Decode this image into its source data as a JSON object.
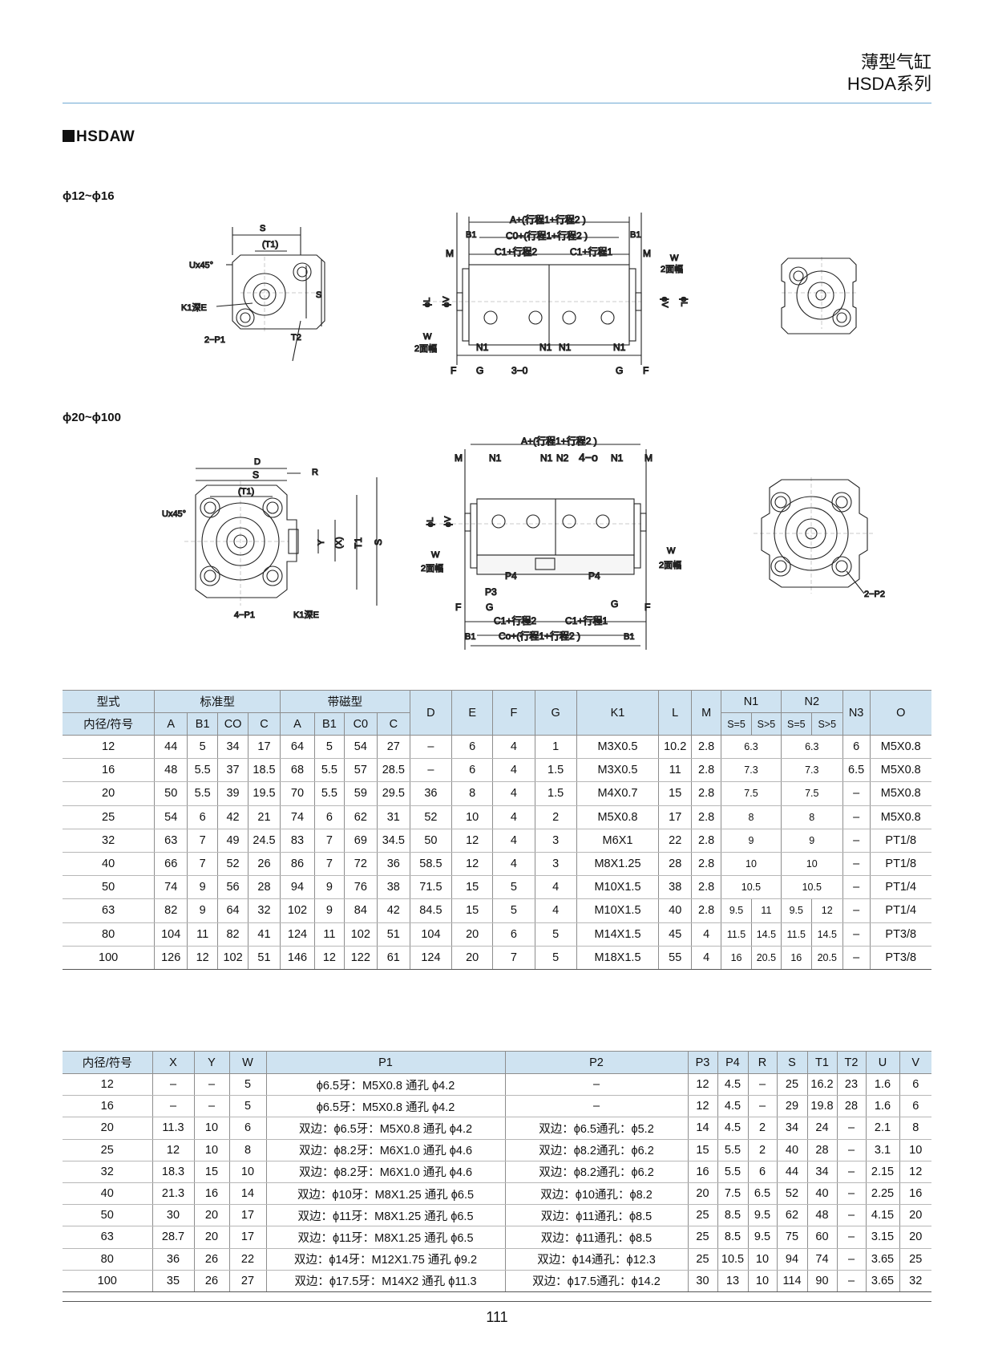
{
  "header": {
    "title_cn": "薄型气缸",
    "title_series": "HSDA系列"
  },
  "section_title": "HSDAW",
  "subsections": {
    "small": "ϕ12~ϕ16",
    "large": "ϕ20~ϕ100"
  },
  "drawing_labels": {
    "S": "S",
    "T1p": "(T1)",
    "U45": "Ux45°",
    "K1": "K1深E",
    "P1_2": "2−P1",
    "T2": "T2",
    "T1": "T1",
    "Xp": "(X)",
    "Y": "Y",
    "D": "D",
    "R": "R",
    "P1_4": "4−P1",
    "P2_2": "2−P2",
    "A": "A+(行程1+行程2 )",
    "C0": "C0+(行程1+行程2 )",
    "Co": "Co+(行程1+行程2 )",
    "C1s2": "C1+行程2",
    "C1s1": "C1+行程1",
    "B1": "B1",
    "M": "M",
    "W": "W",
    "W2": "2面幅",
    "L": "ϕL",
    "V": "ϕV",
    "N1": "N1",
    "N2": "N2",
    "F": "F",
    "G": "G",
    "O3": "3−0",
    "O4": "4−o",
    "P3": "P3",
    "P4": "P4"
  },
  "table1": {
    "head1": [
      "型式",
      "标准型",
      "带磁型",
      "D",
      "E",
      "F",
      "G",
      "K1",
      "L",
      "M",
      "N1",
      "N2",
      "N3",
      "O"
    ],
    "head2": [
      "内径/符号",
      "A",
      "B1",
      "CO",
      "C",
      "A",
      "B1",
      "C0",
      "C",
      "S=5",
      "S>5",
      "S=5",
      "S>5"
    ],
    "rows": [
      [
        "12",
        "44",
        "5",
        "34",
        "17",
        "64",
        "5",
        "54",
        "27",
        "–",
        "6",
        "4",
        "1",
        "M3X0.5",
        "10.2",
        "2.8",
        "6.3",
        "",
        "6.3",
        "",
        "6",
        "M5X0.8"
      ],
      [
        "16",
        "48",
        "5.5",
        "37",
        "18.5",
        "68",
        "5.5",
        "57",
        "28.5",
        "–",
        "6",
        "4",
        "1.5",
        "M3X0.5",
        "11",
        "2.8",
        "7.3",
        "",
        "7.3",
        "",
        "6.5",
        "M5X0.8"
      ],
      [
        "20",
        "50",
        "5.5",
        "39",
        "19.5",
        "70",
        "5.5",
        "59",
        "29.5",
        "36",
        "8",
        "4",
        "1.5",
        "M4X0.7",
        "15",
        "2.8",
        "7.5",
        "",
        "7.5",
        "",
        "–",
        "M5X0.8"
      ],
      [
        "25",
        "54",
        "6",
        "42",
        "21",
        "74",
        "6",
        "62",
        "31",
        "52",
        "10",
        "4",
        "2",
        "M5X0.8",
        "17",
        "2.8",
        "8",
        "",
        "8",
        "",
        "–",
        "M5X0.8"
      ],
      [
        "32",
        "63",
        "7",
        "49",
        "24.5",
        "83",
        "7",
        "69",
        "34.5",
        "50",
        "12",
        "4",
        "3",
        "M6X1",
        "22",
        "2.8",
        "9",
        "",
        "9",
        "",
        "–",
        "PT1/8"
      ],
      [
        "40",
        "66",
        "7",
        "52",
        "26",
        "86",
        "7",
        "72",
        "36",
        "58.5",
        "12",
        "4",
        "3",
        "M8X1.25",
        "28",
        "2.8",
        "10",
        "",
        "10",
        "",
        "–",
        "PT1/8"
      ],
      [
        "50",
        "74",
        "9",
        "56",
        "28",
        "94",
        "9",
        "76",
        "38",
        "71.5",
        "15",
        "5",
        "4",
        "M10X1.5",
        "38",
        "2.8",
        "10.5",
        "",
        "10.5",
        "",
        "–",
        "PT1/4"
      ],
      [
        "63",
        "82",
        "9",
        "64",
        "32",
        "102",
        "9",
        "84",
        "42",
        "84.5",
        "15",
        "5",
        "4",
        "M10X1.5",
        "40",
        "2.8",
        "9.5",
        "11",
        "9.5",
        "12",
        "–",
        "PT1/4"
      ],
      [
        "80",
        "104",
        "11",
        "82",
        "41",
        "124",
        "11",
        "102",
        "51",
        "104",
        "20",
        "6",
        "5",
        "M14X1.5",
        "45",
        "4",
        "11.5",
        "14.5",
        "11.5",
        "14.5",
        "–",
        "PT3/8"
      ],
      [
        "100",
        "126",
        "12",
        "102",
        "51",
        "146",
        "12",
        "122",
        "61",
        "124",
        "20",
        "7",
        "5",
        "M18X1.5",
        "55",
        "4",
        "16",
        "20.5",
        "16",
        "20.5",
        "–",
        "PT3/8"
      ]
    ]
  },
  "table2": {
    "head": [
      "内径/符号",
      "X",
      "Y",
      "W",
      "P1",
      "P2",
      "P3",
      "P4",
      "R",
      "S",
      "T1",
      "T2",
      "U",
      "V"
    ],
    "rows": [
      [
        "12",
        "–",
        "–",
        "5",
        "ϕ6.5牙：M5X0.8 通孔 ϕ4.2",
        "–",
        "12",
        "4.5",
        "–",
        "25",
        "16.2",
        "23",
        "1.6",
        "6"
      ],
      [
        "16",
        "–",
        "–",
        "5",
        "ϕ6.5牙：M5X0.8 通孔 ϕ4.2",
        "–",
        "12",
        "4.5",
        "–",
        "29",
        "19.8",
        "28",
        "1.6",
        "6"
      ],
      [
        "20",
        "11.3",
        "10",
        "6",
        "双边：ϕ6.5牙：M5X0.8 通孔 ϕ4.2",
        "双边：ϕ6.5通孔：ϕ5.2",
        "14",
        "4.5",
        "2",
        "34",
        "24",
        "–",
        "2.1",
        "8"
      ],
      [
        "25",
        "12",
        "10",
        "8",
        "双边：ϕ8.2牙：M6X1.0 通孔 ϕ4.6",
        "双边：ϕ8.2通孔：ϕ6.2",
        "15",
        "5.5",
        "2",
        "40",
        "28",
        "–",
        "3.1",
        "10"
      ],
      [
        "32",
        "18.3",
        "15",
        "10",
        "双边：ϕ8.2牙：M6X1.0 通孔 ϕ4.6",
        "双边：ϕ8.2通孔：ϕ6.2",
        "16",
        "5.5",
        "6",
        "44",
        "34",
        "–",
        "2.15",
        "12"
      ],
      [
        "40",
        "21.3",
        "16",
        "14",
        "双边：ϕ10牙：M8X1.25 通孔 ϕ6.5",
        "双边：ϕ10通孔：ϕ8.2",
        "20",
        "7.5",
        "6.5",
        "52",
        "40",
        "–",
        "2.25",
        "16"
      ],
      [
        "50",
        "30",
        "20",
        "17",
        "双边：ϕ11牙：M8X1.25 通孔 ϕ6.5",
        "双边：ϕ11通孔：ϕ8.5",
        "25",
        "8.5",
        "9.5",
        "62",
        "48",
        "–",
        "4.15",
        "20"
      ],
      [
        "63",
        "28.7",
        "20",
        "17",
        "双边：ϕ11牙：M8X1.25 通孔 ϕ6.5",
        "双边：ϕ11通孔：ϕ8.5",
        "25",
        "8.5",
        "9.5",
        "75",
        "60",
        "–",
        "3.15",
        "20"
      ],
      [
        "80",
        "36",
        "26",
        "22",
        "双边：ϕ14牙：M12X1.75 通孔 ϕ9.2",
        "双边：ϕ14通孔：ϕ12.3",
        "25",
        "10.5",
        "10",
        "94",
        "74",
        "–",
        "3.65",
        "25"
      ],
      [
        "100",
        "35",
        "26",
        "27",
        "双边：ϕ17.5牙：M14X2 通孔 ϕ11.3",
        "双边：ϕ17.5通孔：ϕ14.2",
        "30",
        "13",
        "10",
        "114",
        "90",
        "–",
        "3.65",
        "32"
      ]
    ]
  },
  "page_number": "111"
}
